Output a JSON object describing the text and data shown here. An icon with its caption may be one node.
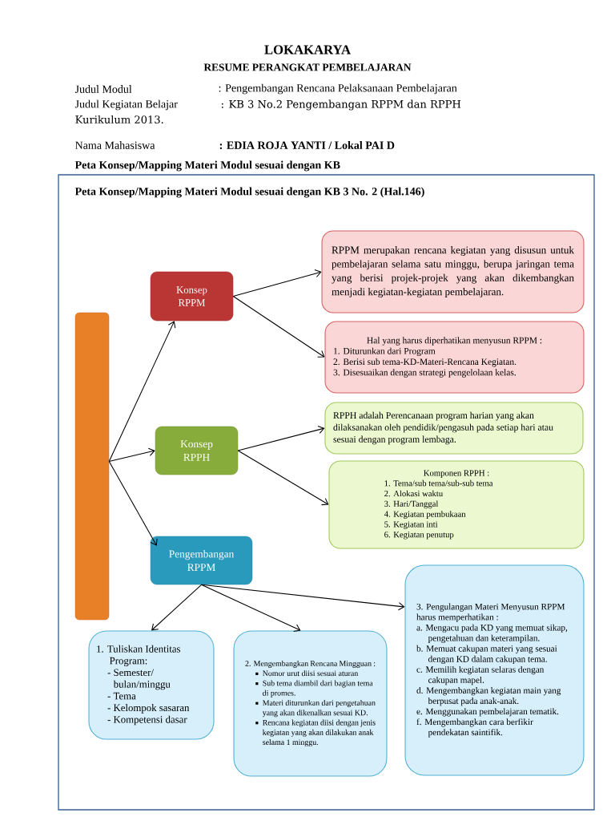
{
  "diagram": {
    "title": "LOKAKARYA",
    "nodes": [
      {
        "text": [
          "Peta Konsep/Mapping Materi Modul sesuai dengan KB 3 No. 2 (Hal.146)"
        ]
      },
      {
        "text": [],
        "shape": "bar",
        "in": 0
      },
      {
        "text": [
          "Konsep RPPM"
        ],
        "in": 0
      },
      {
        "text": [
          "RPPM merupakan rencana kegiatan yang disusun untuk pembelajaran selama satu minggu, berupa jaringan tema yang berisi projek-projek yang akan dikembangkan menjadi kegiatan-kegiatan pembelajaran."
        ],
        "in": 0
      },
      {
        "text": [
          "Hal yang harus diperhatikan menyusun RPPM :",
          "1. Diturunkan dari Program",
          "2. Berisi sub tema-KD-Materi-Rencana Kegiatan.",
          "3. Disesuaikan dengan strategi pengelolaan kelas."
        ],
        "in": 0
      },
      {
        "text": [
          "Konsep RPPH"
        ],
        "in": 0
      },
      {
        "text": [
          "RPPH adalah Perencanaan program harian yang akan dilaksanakan oleh pendidik/pengasuh pada setiap hari atau sesuai dengan program lembaga."
        ],
        "in": 0
      },
      {
        "text": [
          "Komponen RPPH :",
          "1. Tema/sub tema/sub-sub tema",
          "2. Alokasi waktu",
          "3. Hari/Tanggal",
          "4. Kegiatan pembukaan",
          "5. Kegiatan inti",
          "6. Kegiatan penutup"
        ],
        "in": 0
      },
      {
        "text": [
          "Pengembangan RPPM"
        ],
        "in": 0
      },
      {
        "text": [
          "1. Tuliskan Identitas Program:",
          "- Semester/ bulan/minggu",
          "- Tema",
          "- Kelompok sasaran",
          "- Kompetensi dasar"
        ],
        "in": 0
      },
      {
        "text": [
          "2. Mengembangkan Rencana Mingguan :",
          "Nomor urut diisi sesuai aturan",
          "Sub tema diambil dari bagian tema di promes.",
          "Materi diturunkan dari pengetahuan yang akan dikenalkan sesuai KD.",
          "Rencana kegiatan diisi dengan jenis kegiatan yang akan dilakukan anak selama 1 minggu."
        ],
        "in": 0
      },
      {
        "text": [
          "3. Pengulangan Materi Menyusun RPPM harus memperhatikan :",
          "a. Mengacu pada KD yang memuat sikap, pengetahuan dan keterampilan.",
          "b. Memuat cakupan materi yang sesuai dengan KD dalam cakupan tema.",
          "c. Memilih kegiatan selaras dengan cakupan mapel.",
          "d. Mengembangkan kegiatan main yang berpusat pada anak-anak.",
          "e. Menggunakan pembelajaran tematik.",
          "f. Mengembangkan cara berfikir pendekatan saintifik."
        ],
        "in": 0
      }
    ],
    "edges": [
      {
        "from": 1,
        "to": 2,
        "arrow": "to"
      },
      {
        "from": 1,
        "to": 5,
        "arrow": "to"
      },
      {
        "from": 1,
        "to": 8,
        "arrow": "to"
      },
      {
        "from": 2,
        "to": 3,
        "arrow": "to"
      },
      {
        "from": 2,
        "to": 4,
        "arrow": "to"
      },
      {
        "from": 5,
        "to": 6,
        "arrow": "to"
      },
      {
        "from": 5,
        "to": 7,
        "arrow": "to"
      },
      {
        "from": 8,
        "to": 9,
        "arrow": "to"
      },
      {
        "from": 8,
        "to": 10,
        "arrow": "to"
      },
      {
        "from": 8,
        "to": 11,
        "arrow": "to"
      }
    ],
    "labels": [
      "RESUME PERANGKAT PEMBELAJARAN",
      "Judul Modul",
      ": Pengembangan Rencana Pelaksanaan Pembelajaran",
      "Judul Kegiatan Belajar",
      ": KB 3 No.2 Pengembangan RPPM dan RPPH",
      "Kurikulum 2013.",
      "Nama Mahasiswa",
      ": EDIA ROJA YANTI / Lokal PAI D",
      "Peta Konsep/Mapping Materi Modul sesuai dengan KB"
    ]
  }
}
